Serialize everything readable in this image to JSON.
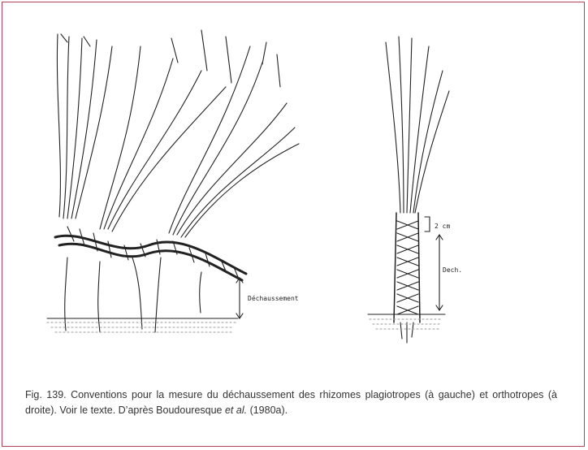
{
  "figure": {
    "left_label": "Déchaussement",
    "right_label_top": "2 cm",
    "right_label_bottom": "Dech."
  },
  "caption": {
    "part1": "Fig. 139. Conventions pour la mesure du déchaussement des rhizomes plagiotropes (à gauche) et orthotropes (à droite). Voir le texte. D’après Boudouresque ",
    "italic": "et al.",
    "part2": " (1980a)."
  },
  "colors": {
    "frame_border": "#b0455a",
    "ink": "#222222"
  }
}
